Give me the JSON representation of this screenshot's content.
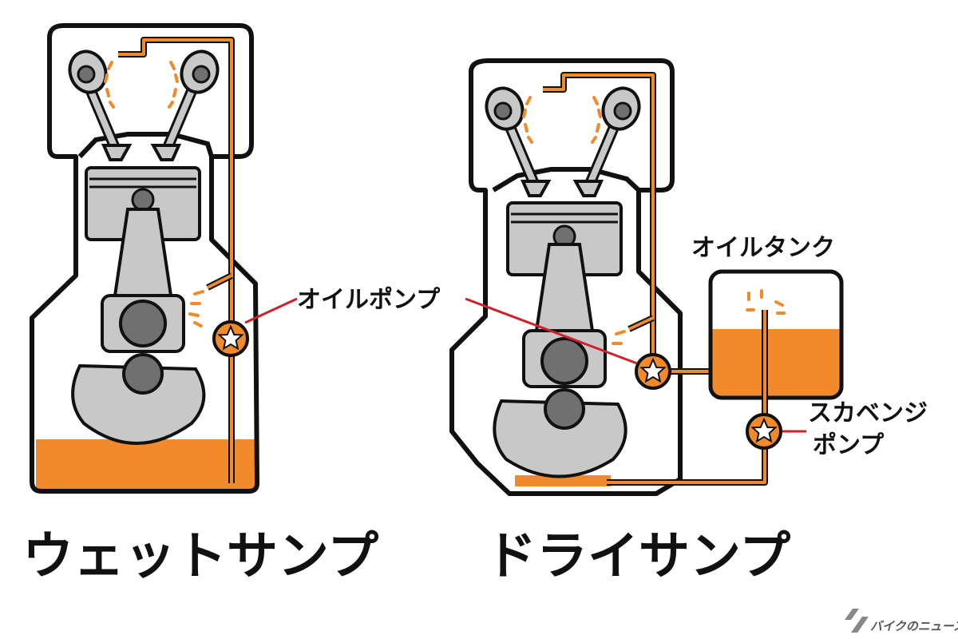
{
  "labels": {
    "wet_sump_title": "ウェットサンプ",
    "dry_sump_title": "ドライサンプ",
    "oil_pump": "オイルポンプ",
    "oil_tank": "オイルタンク",
    "scavenge_pump_line1": "スカベンジ",
    "scavenge_pump_line2": "ポンプ"
  },
  "watermark": {
    "text": "バイクのニュース"
  },
  "colors": {
    "oil": "#f08a2a",
    "leader_line": "#d0202a",
    "outline": "#111111",
    "part_gray": "#c8c8c8",
    "part_dark": "#707070"
  }
}
